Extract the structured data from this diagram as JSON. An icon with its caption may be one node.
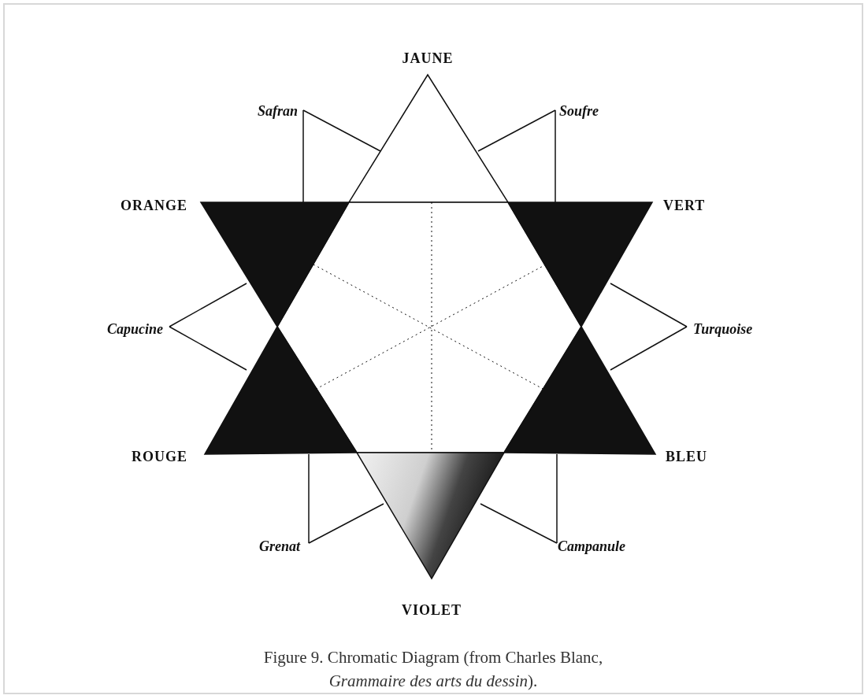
{
  "diagram": {
    "caption": "Figure 9. Chromatic Diagram (from Charles Blanc, *Grammaire des arts du dessin*).",
    "labels": [
      "JAUNE",
      "Safran",
      "Soufre",
      "ORANGE",
      "VERT",
      "Capucine",
      "Turquoise",
      "ROUGE",
      "BLEU",
      "Grenat",
      "Campanule",
      "VIOLET"
    ]
  }
}
